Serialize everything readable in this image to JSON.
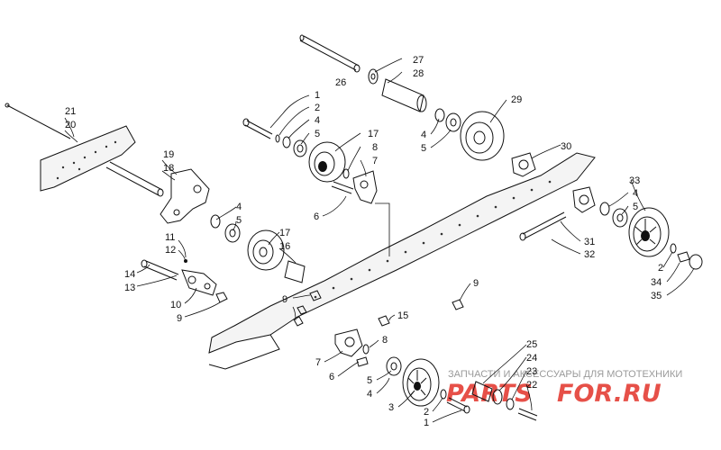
{
  "labels": {
    "l1a": "1",
    "l2a": "2",
    "l4a": "4",
    "l5a": "5",
    "l17a": "17",
    "l8a": "8",
    "l7a": "7",
    "l6a": "6",
    "l26": "26",
    "l27": "27",
    "l28": "28",
    "l29": "29",
    "l4b": "4",
    "l5b": "5",
    "l30": "30",
    "l33": "33",
    "l4c": "4",
    "l5c": "5",
    "l31": "31",
    "l32": "32",
    "l2b": "2",
    "l34": "34",
    "l35": "35",
    "l21": "21",
    "l20": "20",
    "l19": "19",
    "l18": "18",
    "l4d": "4",
    "l5d": "5",
    "l17b": "17",
    "l16": "16",
    "l11": "11",
    "l12": "12",
    "l14": "14",
    "l13": "13",
    "l10": "10",
    "l9a": "9",
    "l9b": "9",
    "l15": "15",
    "l9c": "9",
    "l8b": "8",
    "l7b": "7",
    "l6b": "6",
    "l5e": "5",
    "l4e": "4",
    "l3": "3",
    "l2c": "2",
    "l1b": "1",
    "l25": "25",
    "l24": "24",
    "l23": "23",
    "l22": "22"
  },
  "watermark": {
    "caption": "ЗАПЧАСТИ И АКСЕССУАРЫ ДЛЯ МОТОТЕХНИКИ",
    "logo_left": "PARTS",
    "logo_right": "FOR.RU",
    "logo_red": "#e1251b",
    "logo_gray": "#8c8c8c"
  }
}
